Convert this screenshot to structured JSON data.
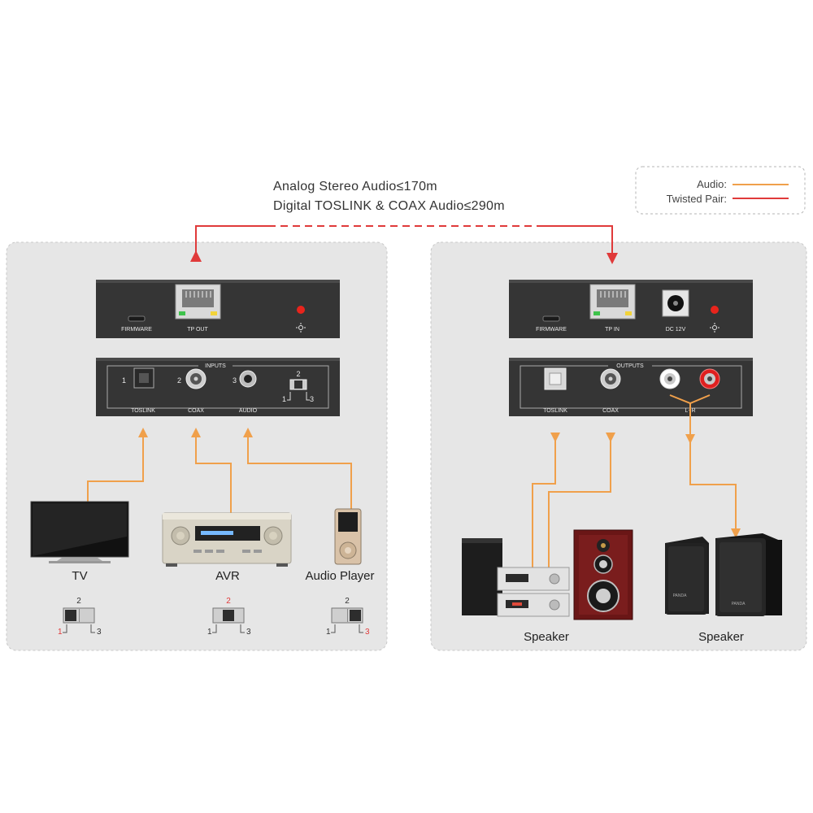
{
  "distance": {
    "line1": "Analog Stereo Audio≤170m",
    "line2": "Digital TOSLINK & COAX Audio≤290m"
  },
  "legend": {
    "audio_label": "Audio:",
    "twisted_label": "Twisted Pair:",
    "audio_color": "#f0a04b",
    "twisted_color": "#e03a3a"
  },
  "transmitter": {
    "firmware": "FIRMWARE",
    "tp_label": "TP OUT",
    "inputs_title": "INPUTS",
    "num1": "1",
    "num2": "2",
    "num3": "3",
    "toslink": "TOSLINK",
    "coax": "COAX",
    "audio": "AUDIO",
    "sw_top": "2",
    "sw_left": "1",
    "sw_right": "3"
  },
  "receiver": {
    "firmware": "FIRMWARE",
    "tp_label": "TP IN",
    "dc_label": "DC 12V",
    "outputs_title": "OUTPUTS",
    "toslink": "TOSLINK",
    "coax": "COAX",
    "lr": "L+R"
  },
  "sources": {
    "tv": "TV",
    "avr": "AVR",
    "player": "Audio Player"
  },
  "switch_positions": [
    {
      "top": "2",
      "left": "1",
      "right": "3",
      "active": "1"
    },
    {
      "top": "2",
      "left": "1",
      "right": "3",
      "active": "2"
    },
    {
      "top": "2",
      "left": "1",
      "right": "3",
      "active": "3"
    }
  ],
  "speakers": {
    "left": "Speaker",
    "right": "Speaker",
    "brand": "PANDA"
  }
}
